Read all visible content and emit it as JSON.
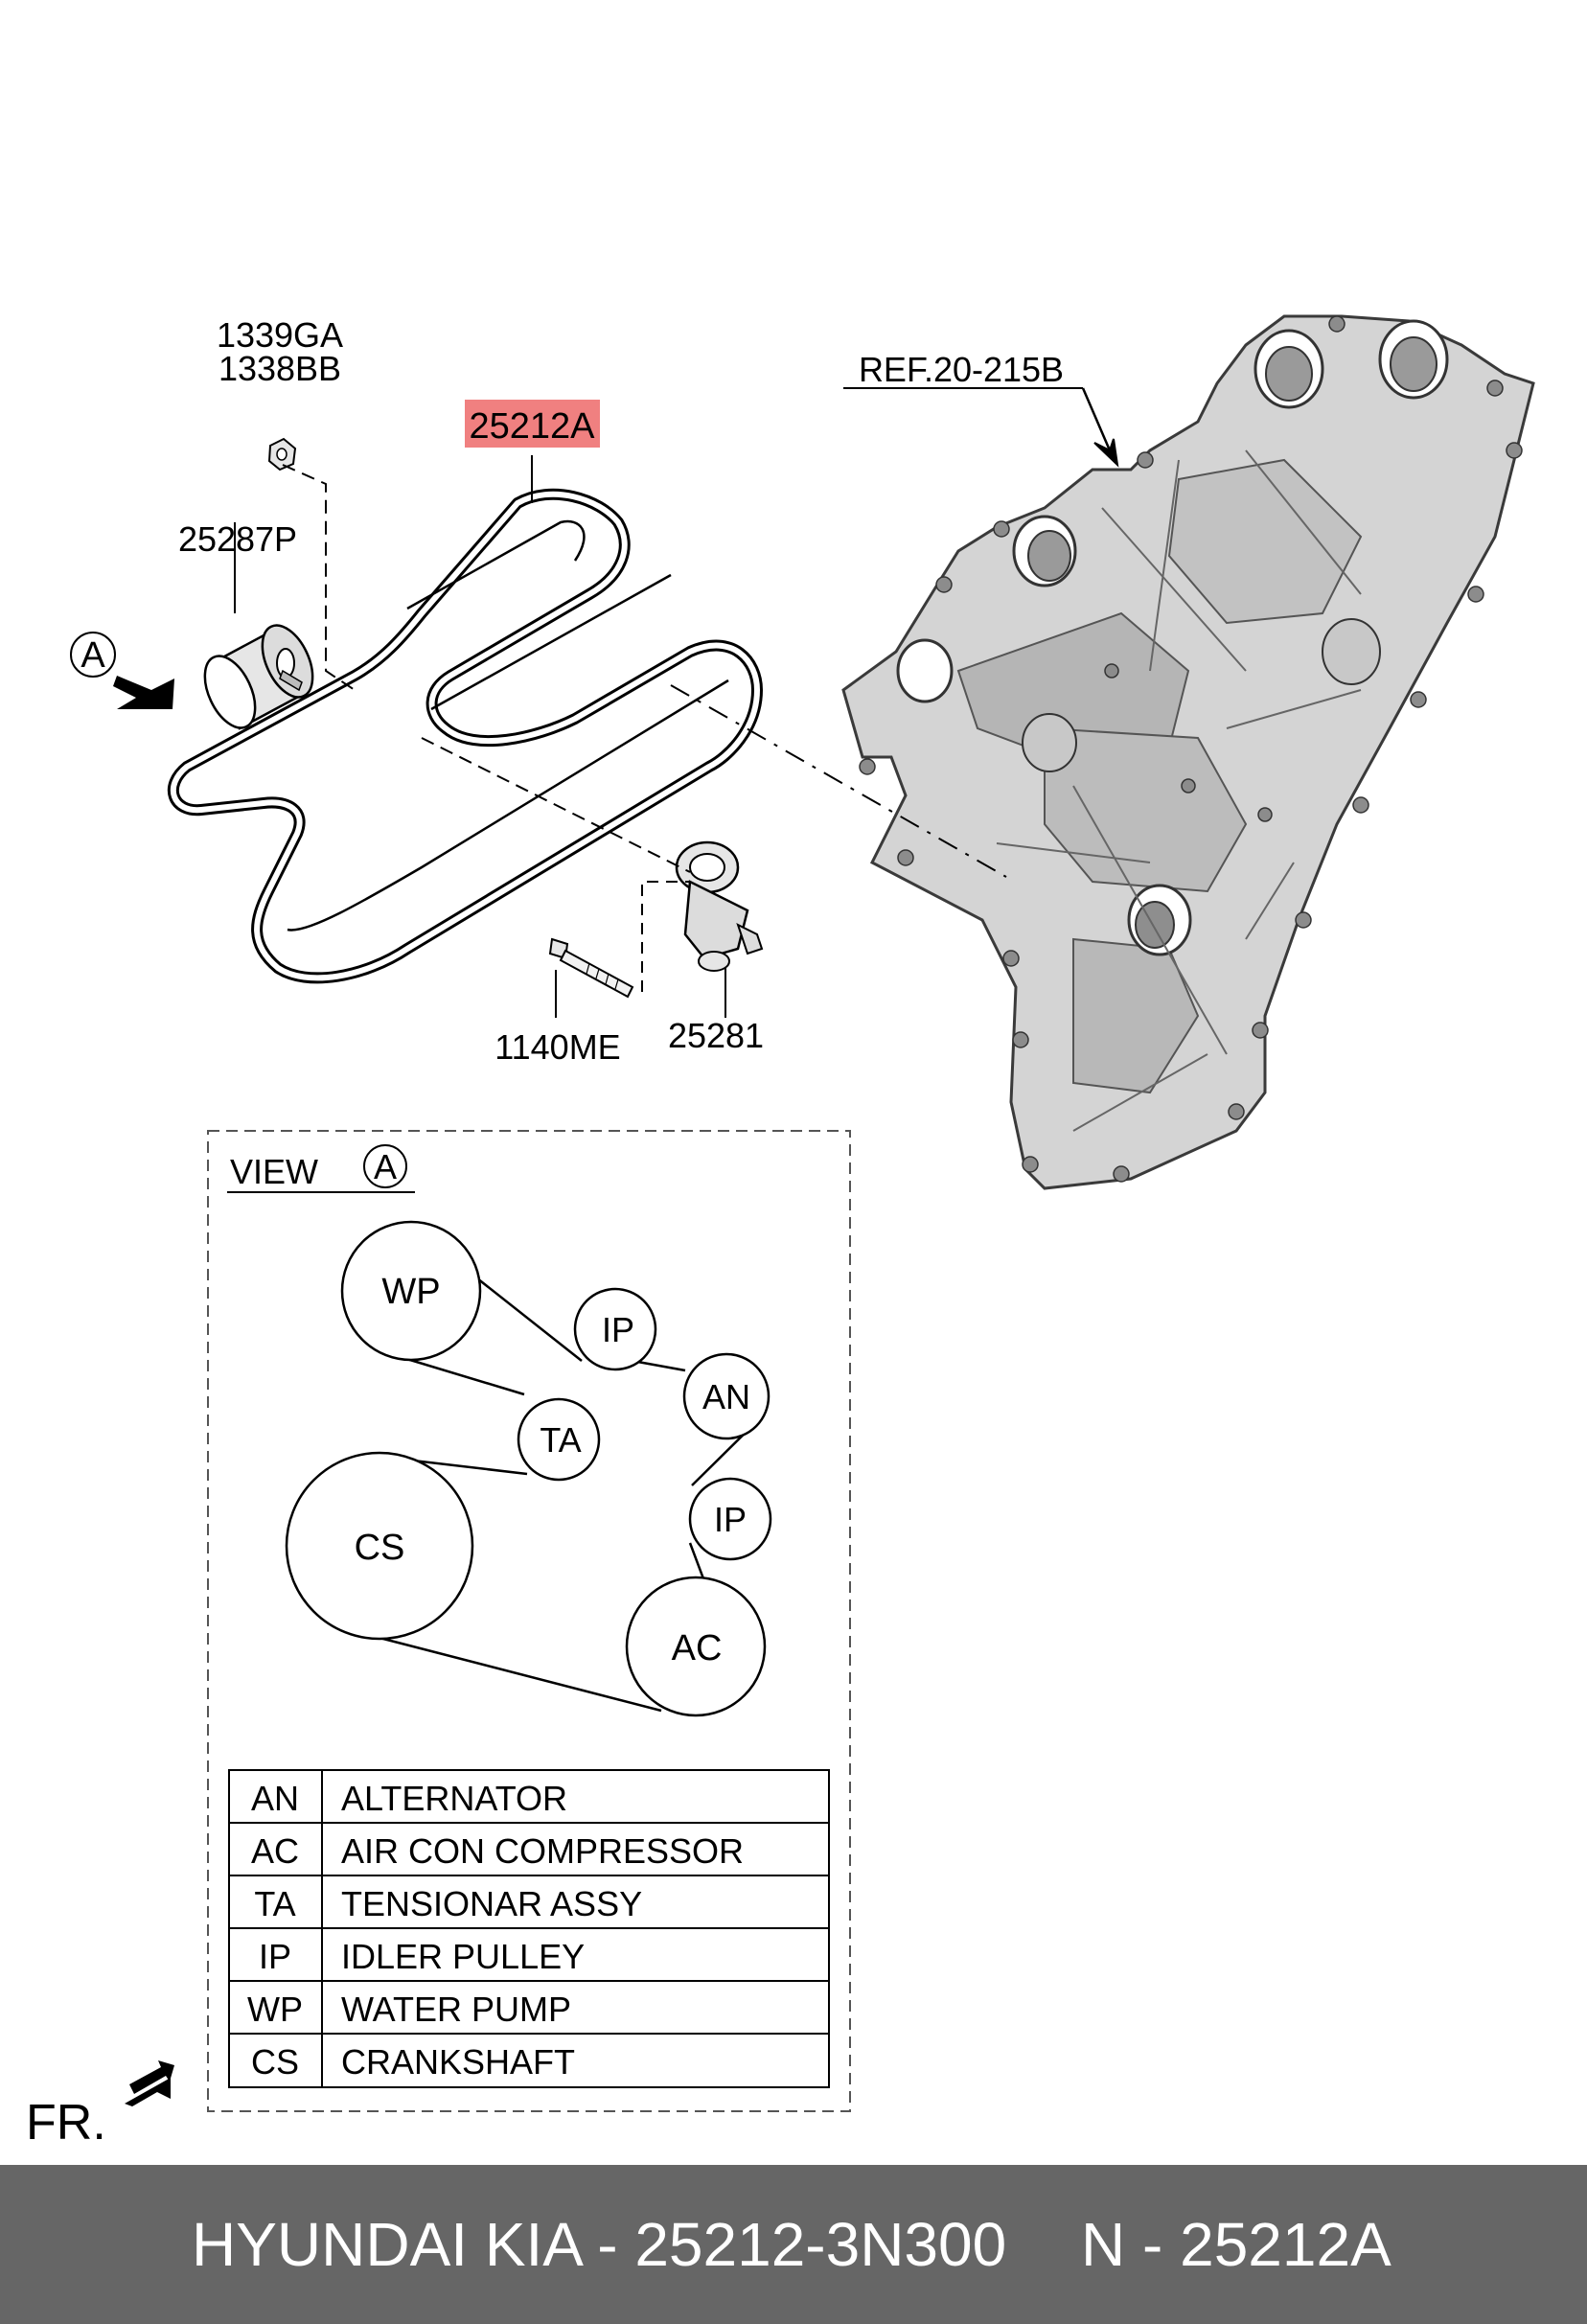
{
  "callouts": {
    "part_1339ga": "1339GA",
    "part_1338bb": "1338BB",
    "part_25212a": "25212A",
    "part_25287p": "25287P",
    "part_1140me": "1140ME",
    "part_25281": "25281",
    "ref": "REF.20-215B",
    "view_marker": "A",
    "front_marker": "FR."
  },
  "highlight_color": "#f08080",
  "view": {
    "title": "VIEW",
    "marker": "A",
    "pulleys": [
      {
        "code": "WP"
      },
      {
        "code": "IP"
      },
      {
        "code": "AN"
      },
      {
        "code": "TA"
      },
      {
        "code": "IP"
      },
      {
        "code": "CS"
      },
      {
        "code": "AC"
      }
    ]
  },
  "legend": [
    {
      "code": "AN",
      "name": "ALTERNATOR"
    },
    {
      "code": "AC",
      "name": "AIR CON COMPRESSOR"
    },
    {
      "code": "TA",
      "name": "TENSIONAR ASSY"
    },
    {
      "code": "IP",
      "name": "IDLER PULLEY"
    },
    {
      "code": "WP",
      "name": "WATER PUMP"
    },
    {
      "code": "CS",
      "name": "CRANKSHAFT"
    }
  ],
  "footer": {
    "brand": "HYUNDAI KIA - 25212-3N300",
    "code": "N - 25212A"
  }
}
